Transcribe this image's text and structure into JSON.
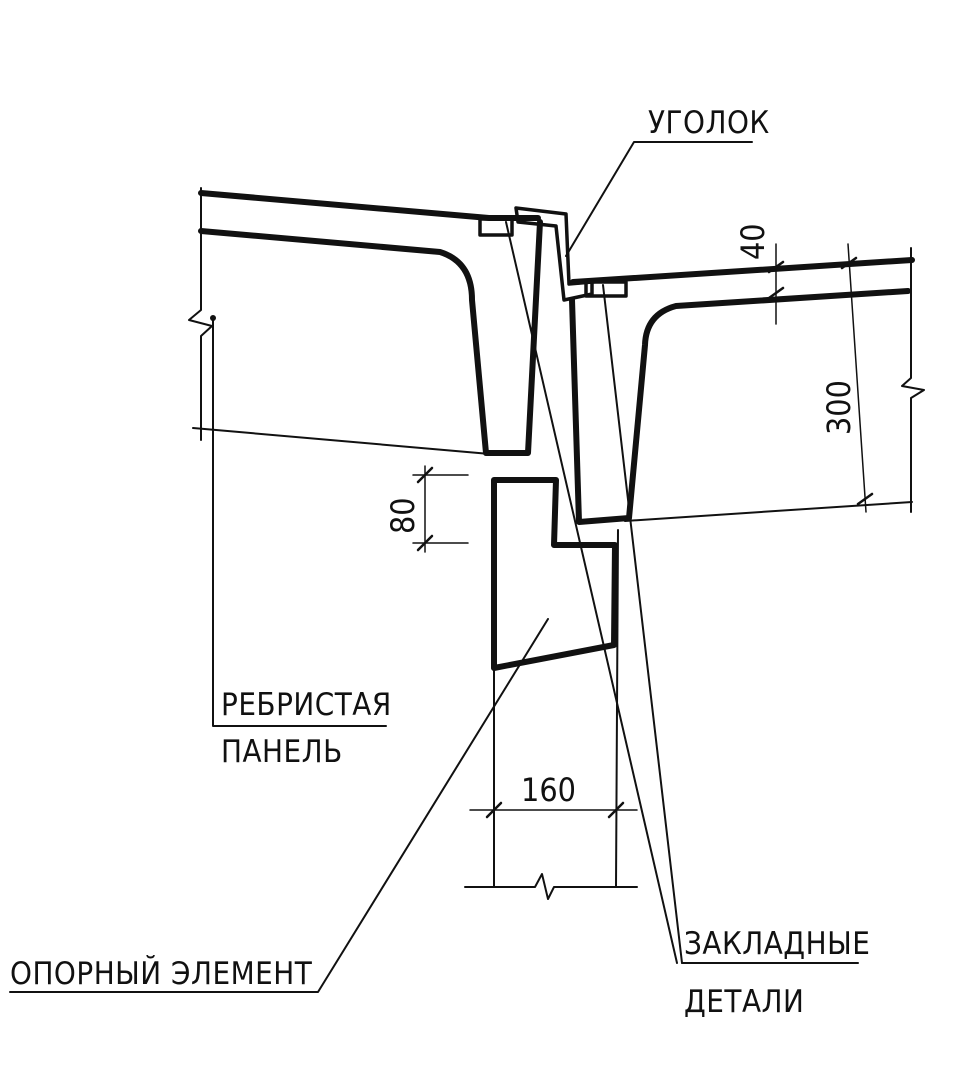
{
  "labels": {
    "angle": "УГОЛОК",
    "ribbed_panel_line1": "РЕБРИСТАЯ",
    "ribbed_panel_line2": "ПАНЕЛЬ",
    "support_element": "ОПОРНЫЙ ЭЛЕМЕНТ",
    "embedded_parts_line1": "ЗАКЛАДНЫЕ",
    "embedded_parts_line2": "ДЕТАЛИ"
  },
  "dimensions": {
    "flange_thickness": "40",
    "panel_height": "300",
    "ledge_height": "80",
    "support_width": "160"
  }
}
